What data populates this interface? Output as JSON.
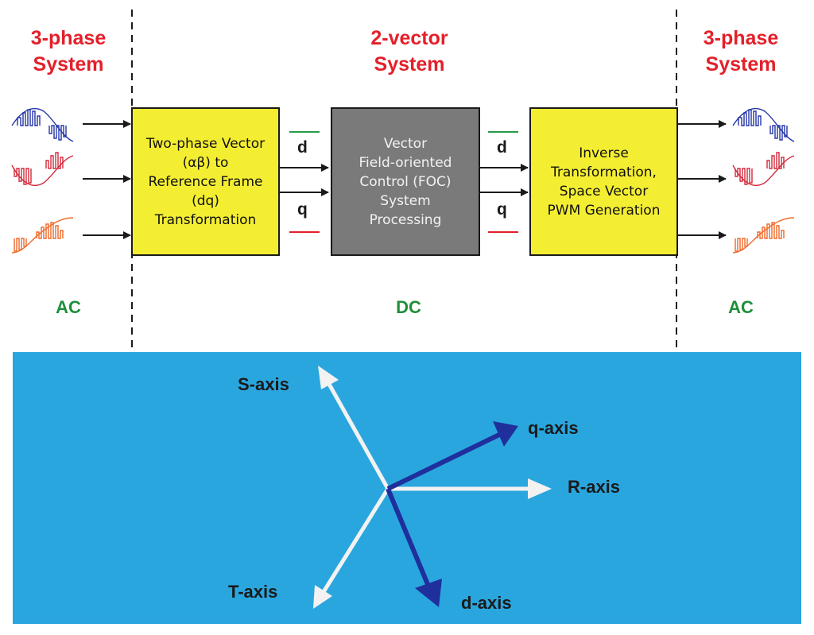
{
  "colors": {
    "heading_red": "#e3202a",
    "zone_green": "#1f8f3a",
    "block_yellow": "#f4ee32",
    "block_gray": "#7a7a7a",
    "panel_blue": "#2aa6df",
    "wave_blue": "#2436a8",
    "wave_red": "#d42a3c",
    "wave_orange": "#f06a2a",
    "d_bar_green": "#2a9a4a",
    "q_bar_red": "#e3202a",
    "axis_white": "#f2f2f2",
    "axis_navy": "#1f2f9c"
  },
  "headings": {
    "left": [
      "3-phase",
      "System"
    ],
    "center": [
      "2-vector",
      "System"
    ],
    "right": [
      "3-phase",
      "System"
    ]
  },
  "zones": {
    "left": "AC",
    "center": "DC",
    "right": "AC"
  },
  "blocks": {
    "clarke_park": [
      "Two-phase Vector",
      "(αβ) to",
      "Reference Frame",
      "(dq)",
      "Transformation"
    ],
    "foc": [
      "Vector",
      "Field-oriented",
      "Control (FOC)",
      "System",
      "Processing"
    ],
    "inverse": [
      "Inverse",
      "Transformation,",
      "Space Vector",
      "PWM Generation"
    ]
  },
  "signals": {
    "d": "d",
    "q": "q"
  },
  "axes": {
    "s": "S-axis",
    "q": "q-axis",
    "r": "R-axis",
    "t": "T-axis",
    "d": "d-axis"
  }
}
